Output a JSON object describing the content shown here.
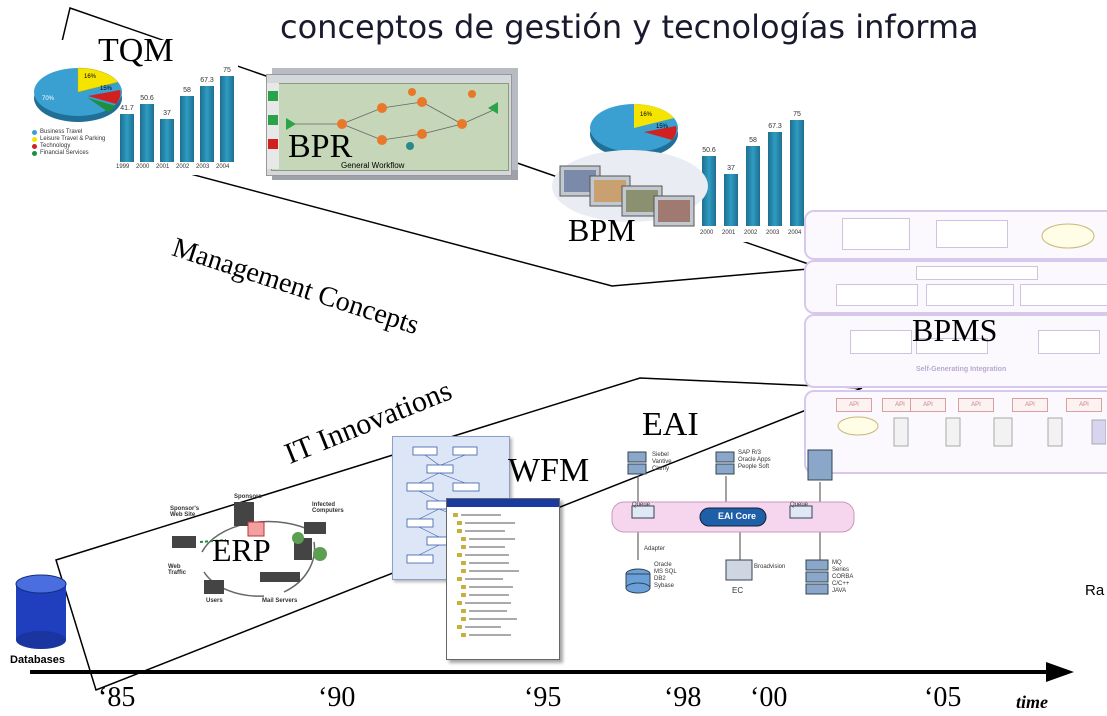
{
  "page": {
    "title": "conceptos de gestión y tecnologías informa",
    "right_fragment": "Ra"
  },
  "management": {
    "label": "Management Concepts",
    "tqm": {
      "label": "TQM",
      "bar_values": [
        "41.7",
        "50.6",
        "37",
        "58",
        "67.3",
        "75"
      ],
      "years": [
        "1999",
        "2000",
        "2001",
        "2002",
        "2003",
        "2004"
      ],
      "pie_labels": [
        "16%",
        "15%",
        "70%"
      ],
      "legend": [
        "Business Travel",
        "Leisure Travel & Parking",
        "Technology",
        "Financial Services"
      ]
    },
    "bpr": {
      "label": "BPR",
      "caption": "General Workflow"
    },
    "bpm": {
      "label": "BPM",
      "bar_values": [
        "50.6",
        "37",
        "58",
        "67.3",
        "75"
      ],
      "years": [
        "2000",
        "2001",
        "2002",
        "2003",
        "2004"
      ],
      "pie_labels": [
        "16%",
        "15%"
      ]
    },
    "bpms": {
      "label": "BPMS",
      "caption": "Self-Generating Integration",
      "api_label": "API"
    }
  },
  "it": {
    "label": "IT Innovations",
    "erp": {
      "label": "ERP",
      "nodes": [
        "Sponsor's Web Site",
        "Sponsors",
        "Infected Computers",
        "Web Traffic",
        "Users",
        "Mail Servers"
      ]
    },
    "wfm": {
      "label": "WFM"
    },
    "eai": {
      "label": "EAI",
      "core": "EAI Core",
      "queue": "Queue",
      "adapter": "Adapter",
      "left_apps": [
        "Siebel",
        "Vantive",
        "Clarify"
      ],
      "mid_apps": [
        "SAP R/3",
        "Oracle Apps",
        "People Soft"
      ],
      "db_list": [
        "Oracle",
        "MS SQL",
        "DB2",
        "Sybase"
      ],
      "broadvision": "Broadvision",
      "ec": "EC",
      "mq_list": [
        "MQ Series",
        "CORBA",
        "C/C++",
        "JAVA"
      ]
    },
    "databases": "Databases"
  },
  "timeline": {
    "ticks": [
      "‘85",
      "‘90",
      "‘95",
      "‘98",
      "‘00",
      "‘05"
    ],
    "axis_label": "time"
  },
  "colors": {
    "accent_blue": "#2f9bc3",
    "layer_purple": "#d8c8ec",
    "node_orange": "#e8782a",
    "db_blue": "#1f3fbf"
  }
}
